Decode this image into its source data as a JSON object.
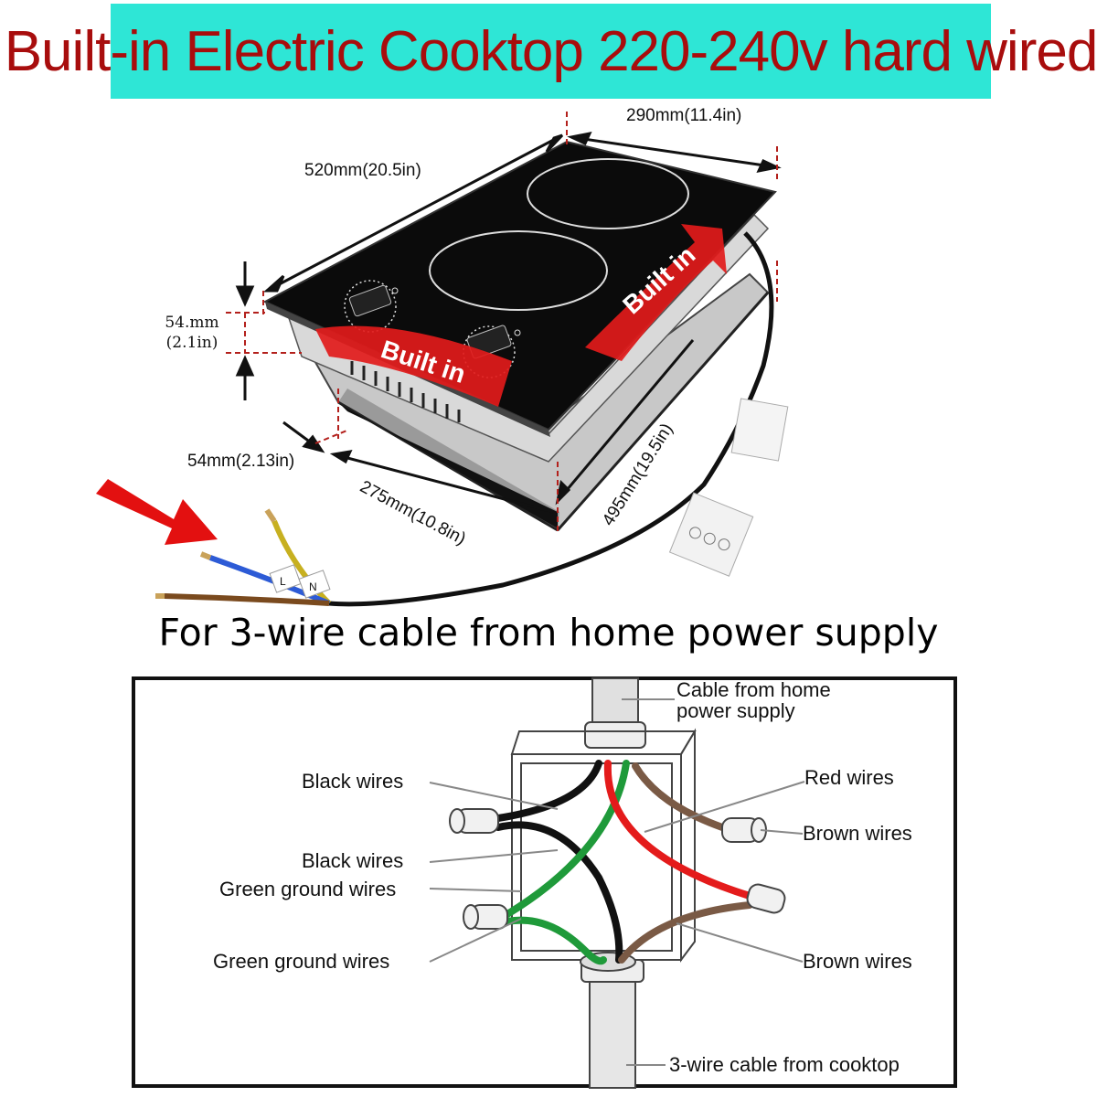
{
  "banner": {
    "title": "Built-in Electric Cooktop 220-240v hard wired",
    "background": "#2ee6d6",
    "text_color": "#a80d0d"
  },
  "cooktop": {
    "dims": {
      "width_top": "290mm(11.4in)",
      "length_top": "520mm(20.5in)",
      "height_line1": "54.mm",
      "height_line2": "(2.1in)",
      "cutout_side": "54mm(2.13in)",
      "cutout_width": "275mm(10.8in)",
      "cutout_length": "495mm(19.5in)"
    },
    "labels": {
      "built_in_front": "Built in",
      "built_in_right": "Built in"
    },
    "wire_tags": {
      "live": "L",
      "neutral": "N"
    }
  },
  "section_heading": "For 3-wire cable from home power supply",
  "wiring": {
    "top_cable": [
      "Cable from home",
      "power supply"
    ],
    "bottom_cable": "3-wire cable from cooktop",
    "left_labels": [
      "Black wires",
      "Black wires",
      "Green ground wires",
      "Green  ground wires"
    ],
    "right_labels": [
      "Red  wires",
      "Brown wires",
      "Brown wires"
    ],
    "wire_colors": {
      "black": "#111111",
      "green": "#1f9a3a",
      "red": "#e41b1b",
      "brown": "#7a5a45"
    }
  }
}
